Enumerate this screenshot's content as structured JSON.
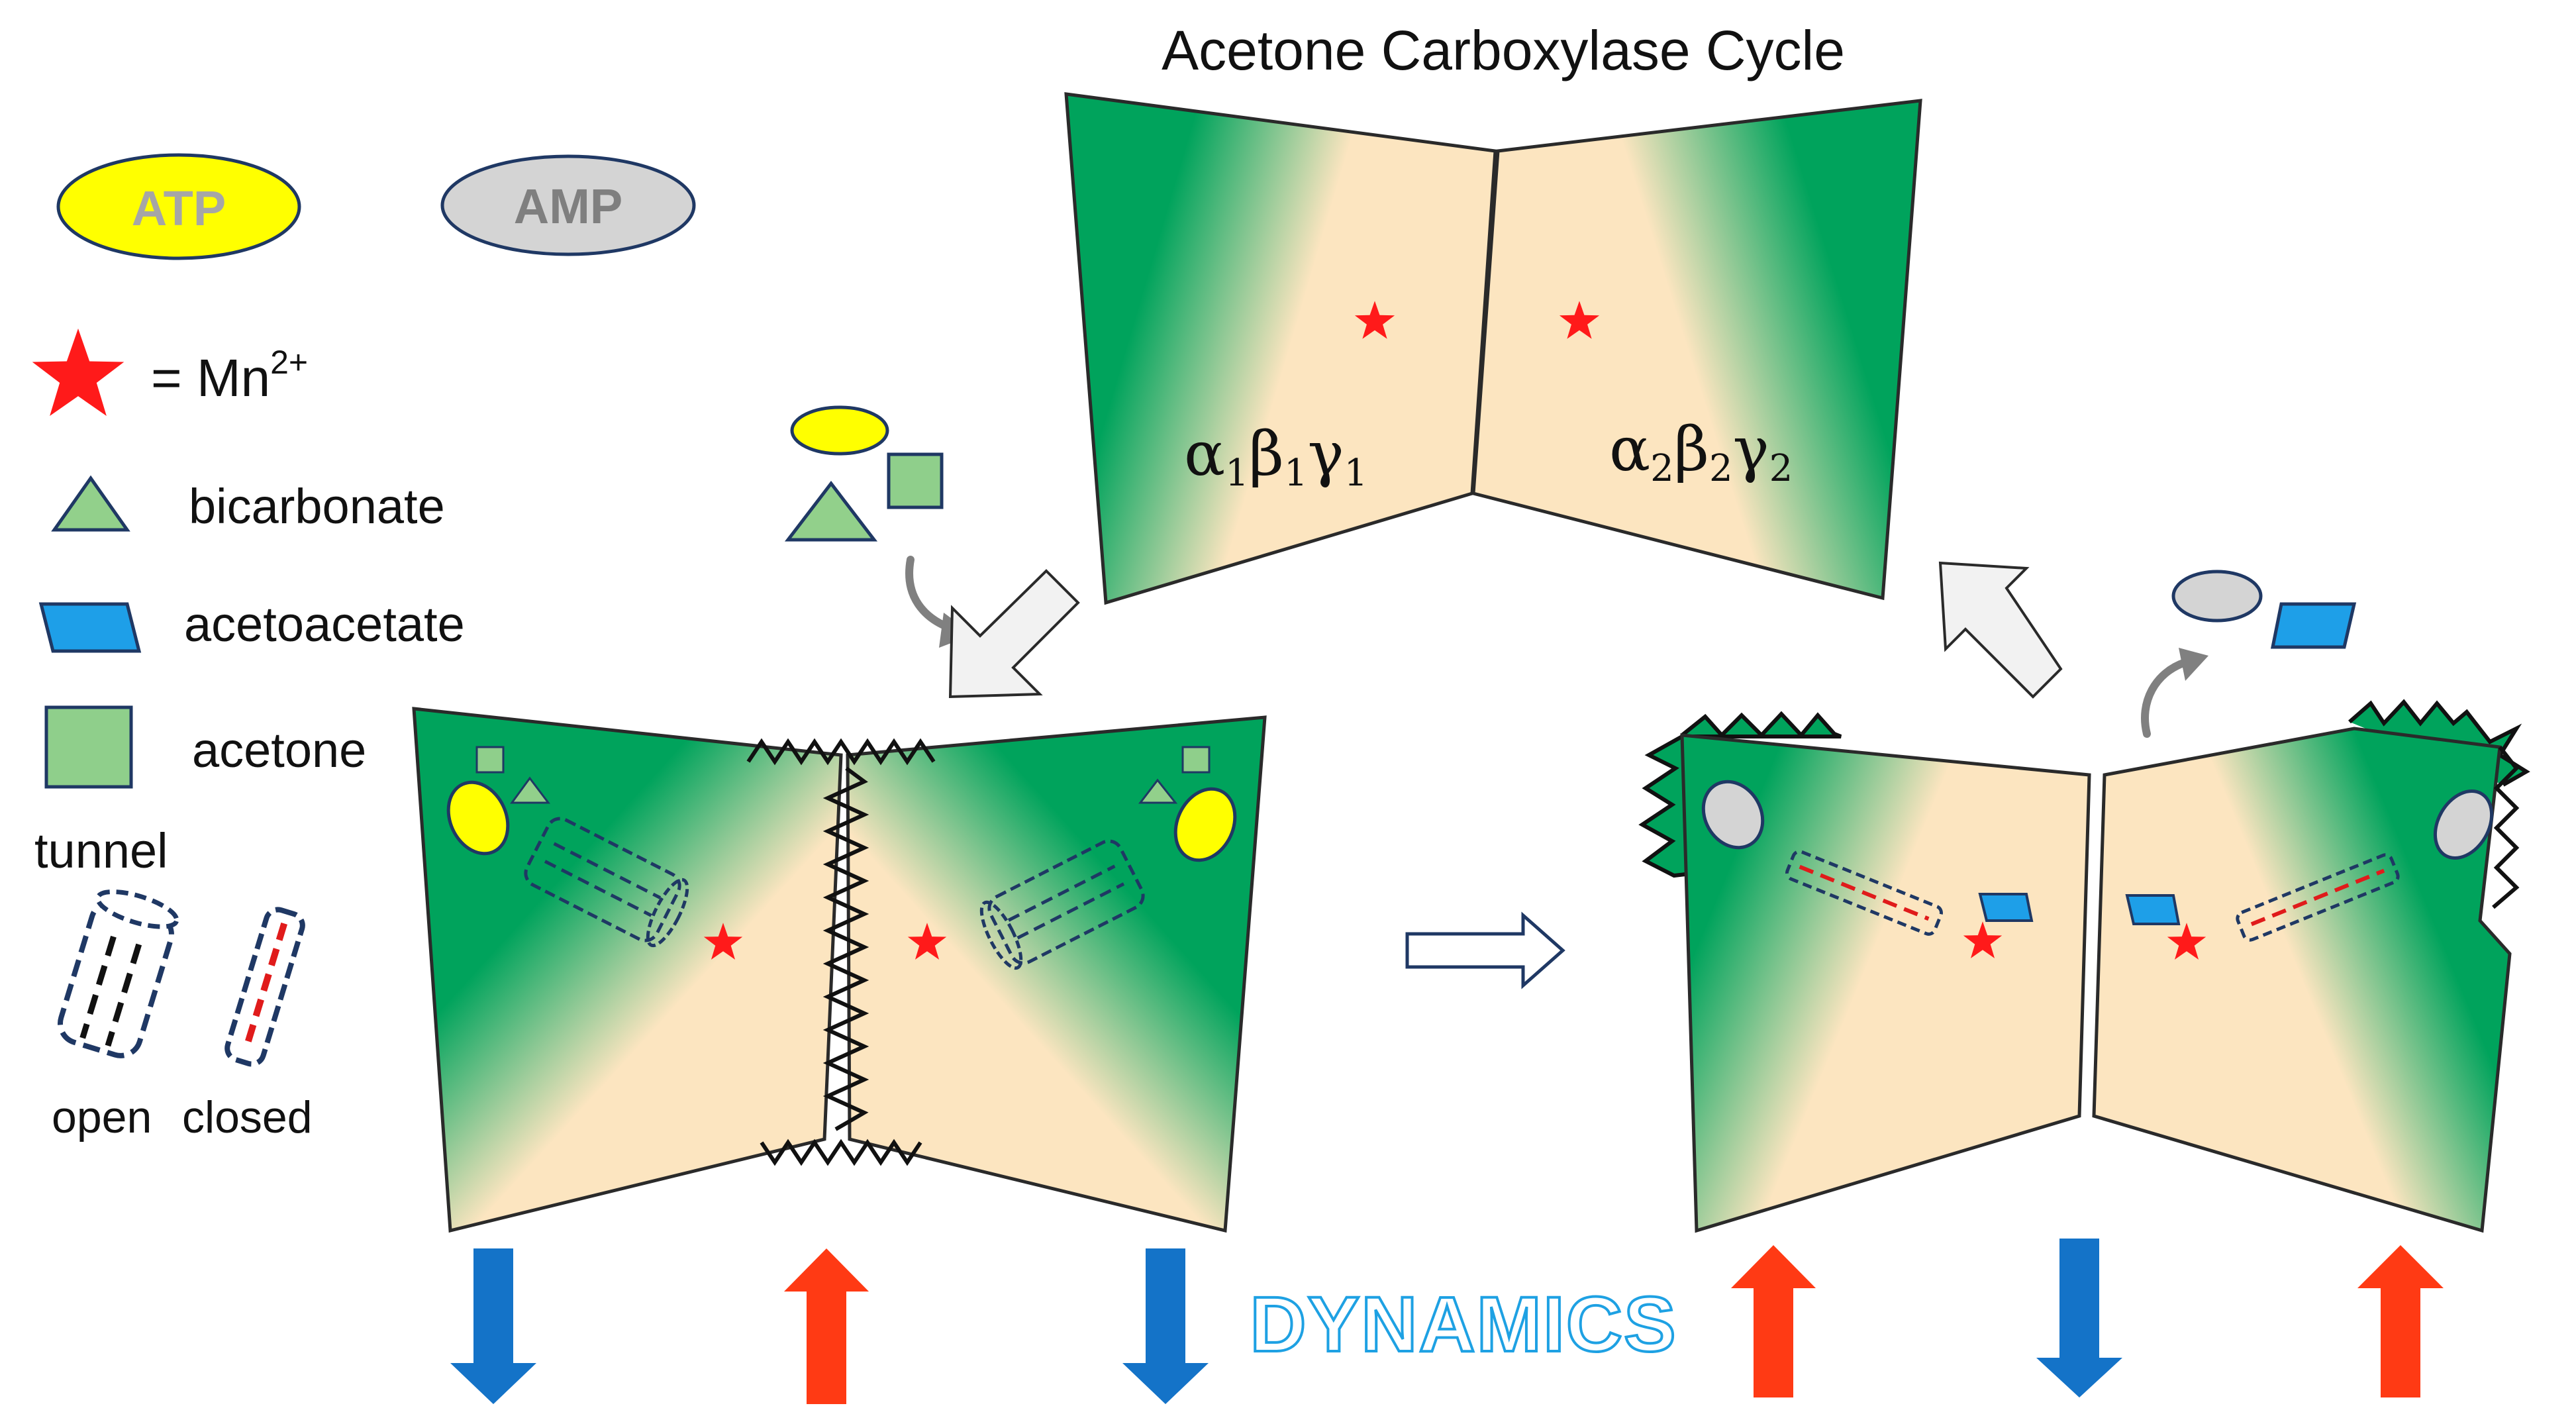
{
  "title": "Acetone Carboxylase Cycle",
  "legend": {
    "atp": "ATP",
    "amp": "AMP",
    "mn_prefix": "= Mn",
    "mn_sup": "2+",
    "bicarbonate": "bicarbonate",
    "acetoacetate": "acetoacetate",
    "acetone": "acetone",
    "tunnel": "tunnel",
    "open": "open",
    "closed": "closed"
  },
  "subunits": {
    "left": {
      "a": "α",
      "b": "β",
      "g": "γ",
      "sub": "1"
    },
    "right": {
      "a": "α",
      "b": "β",
      "g": "γ",
      "sub": "2"
    }
  },
  "dynamics_label": "DYNAMICS",
  "colors": {
    "green": "#00a35c",
    "tan": "#fce5c0",
    "atp": "#ffff00",
    "amp": "#d4d4d4",
    "star": "#ff1a1a",
    "triangle": "#92d08b",
    "square": "#8fcf8b",
    "acetoacetate": "#1e9fe8",
    "arrow_up": "#ff3a14",
    "arrow_down": "#1473c8",
    "process_arrow_fill": "#f2f2f2",
    "outline": "#1f3864",
    "dynamics": "#1ea1e3"
  },
  "icons": [
    "star-icon",
    "triangle-icon",
    "parallelogram-icon",
    "square-icon",
    "tunnel-open-icon",
    "tunnel-closed-icon",
    "block-arrow-icon",
    "curved-arrow-icon"
  ]
}
